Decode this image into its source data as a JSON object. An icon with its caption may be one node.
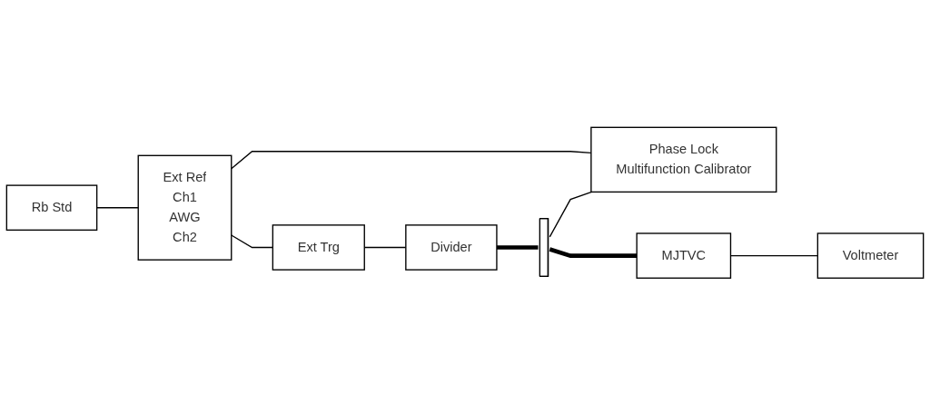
{
  "diagram": {
    "nodes": [
      {
        "text": [
          "Rb Std"
        ]
      },
      {
        "text": [
          "Ext Ref",
          "Ch1",
          "AWG",
          "Ch2"
        ]
      },
      {
        "text": [
          "Phase Lock",
          "Multifunction Calibrator"
        ]
      },
      {
        "text": [
          "Ext Trg"
        ]
      },
      {
        "text": [
          "Divider"
        ]
      },
      {
        "text": [
          "MJTVC"
        ]
      },
      {
        "text": [
          "Voltmeter"
        ]
      },
      {
        "text": [],
        "shape": "bar"
      }
    ],
    "edges": [
      {
        "from": 0,
        "to": 1,
        "arrow": "none"
      },
      {
        "from": 1,
        "to": 2,
        "arrow": "none"
      },
      {
        "from": 1,
        "to": 3,
        "arrow": "none"
      },
      {
        "from": 3,
        "to": 4,
        "arrow": "none"
      },
      {
        "from": 4,
        "to": 7,
        "arrow": "none",
        "style": "thick"
      },
      {
        "from": 7,
        "to": 5,
        "arrow": "none",
        "style": "thick"
      },
      {
        "from": 7,
        "to": 2,
        "arrow": "none"
      },
      {
        "from": 5,
        "to": 6,
        "arrow": "none"
      }
    ]
  }
}
